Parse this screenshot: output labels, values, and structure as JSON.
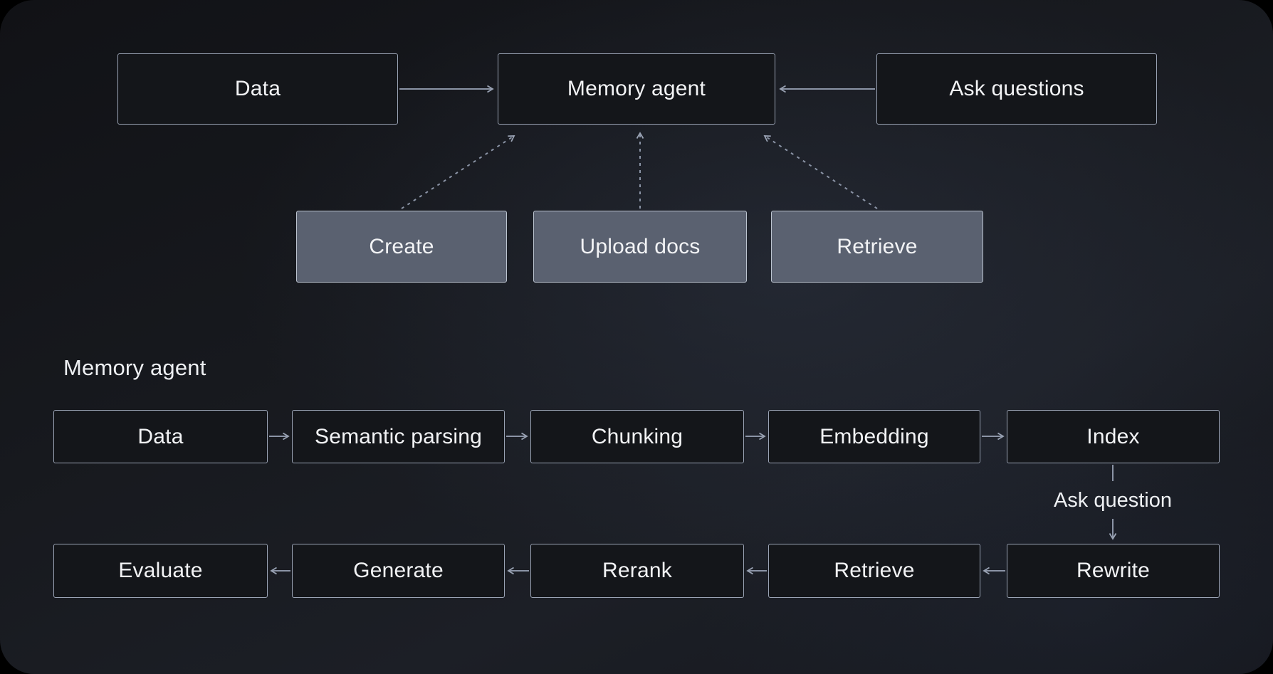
{
  "colors": {
    "background_outer": "#000000",
    "canvas_fill": "#17191e",
    "node_fill_dark": "#14161a",
    "node_fill_gray": "#5a6170",
    "node_border": "#9aa3b4",
    "arrow": "#8b94a6",
    "text": "#f2f3f5"
  },
  "overview": {
    "nodes": {
      "data": "Data",
      "memory_agent": "Memory agent",
      "ask_questions": "Ask questions",
      "create": "Create",
      "upload_docs": "Upload docs",
      "retrieve": "Retrieve"
    }
  },
  "pipeline": {
    "title": "Memory agent",
    "ingest_row": [
      "Data",
      "Semantic parsing",
      "Chunking",
      "Embedding",
      "Index"
    ],
    "ask_question_label": "Ask question",
    "query_row": [
      "Evaluate",
      "Generate",
      "Rerank",
      "Retrieve",
      "Rewrite"
    ]
  }
}
